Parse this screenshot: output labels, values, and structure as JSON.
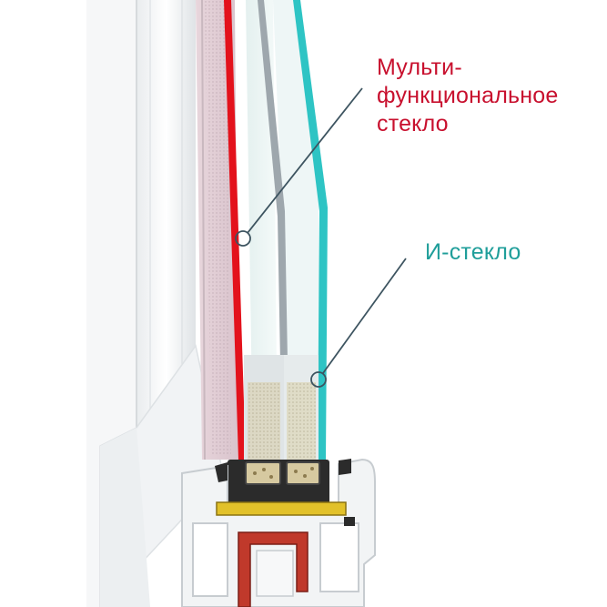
{
  "labels": {
    "multifunctional_glass": {
      "lines": [
        "Мульти-",
        "функциональное",
        "стекло"
      ],
      "color": "#c8102e"
    },
    "i_glass": {
      "text": "И-стекло",
      "color": "#1f9e9a"
    }
  },
  "colors": {
    "pointer_line": "#3d5460",
    "multifunctional_pane": "#e3121c",
    "i_glass_edge": "#2ec4c4",
    "profile": "#f2f4f5",
    "reinforcement": "#c0392b",
    "seal": "#2b2b2b",
    "spacer_fill": "#d6c9a0",
    "gasket_yellow": "#e2c12a"
  }
}
